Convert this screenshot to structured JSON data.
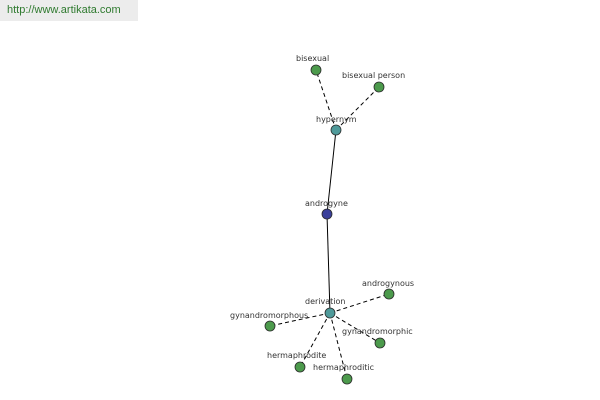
{
  "watermark": {
    "text": "http://www.artikata.com"
  },
  "graph": {
    "nodes": [
      {
        "id": "androgyne",
        "label": "androgyne",
        "kind": "root"
      },
      {
        "id": "hypernym",
        "label": "hypernym",
        "kind": "relation"
      },
      {
        "id": "derivation",
        "label": "derivation",
        "kind": "relation"
      },
      {
        "id": "bisexual",
        "label": "bisexual",
        "kind": "word"
      },
      {
        "id": "bisexual-person",
        "label": "bisexual person",
        "kind": "word"
      },
      {
        "id": "androgynous",
        "label": "androgynous",
        "kind": "word"
      },
      {
        "id": "gynandromorphous",
        "label": "gynandromorphous",
        "kind": "word"
      },
      {
        "id": "gynandromorphic",
        "label": "gynandromorphic",
        "kind": "word"
      },
      {
        "id": "hermaphrodite",
        "label": "hermaphrodite",
        "kind": "word"
      },
      {
        "id": "hermaphroditic",
        "label": "hermaphroditic",
        "kind": "word"
      }
    ],
    "edges": [
      {
        "from": "androgyne",
        "to": "hypernym",
        "style": "solid"
      },
      {
        "from": "androgyne",
        "to": "derivation",
        "style": "solid"
      },
      {
        "from": "hypernym",
        "to": "bisexual",
        "style": "dashed"
      },
      {
        "from": "hypernym",
        "to": "bisexual-person",
        "style": "dashed"
      },
      {
        "from": "derivation",
        "to": "androgynous",
        "style": "dashed"
      },
      {
        "from": "derivation",
        "to": "gynandromorphous",
        "style": "dashed"
      },
      {
        "from": "derivation",
        "to": "gynandromorphic",
        "style": "dashed"
      },
      {
        "from": "derivation",
        "to": "hermaphrodite",
        "style": "dashed"
      },
      {
        "from": "derivation",
        "to": "hermaphroditic",
        "style": "dashed"
      }
    ],
    "colors": {
      "root": "#3a3f9a",
      "relation": "#4f9a9a",
      "word": "#4c9a4c",
      "outline": "#2a2a2a",
      "edge": "#000000"
    }
  }
}
